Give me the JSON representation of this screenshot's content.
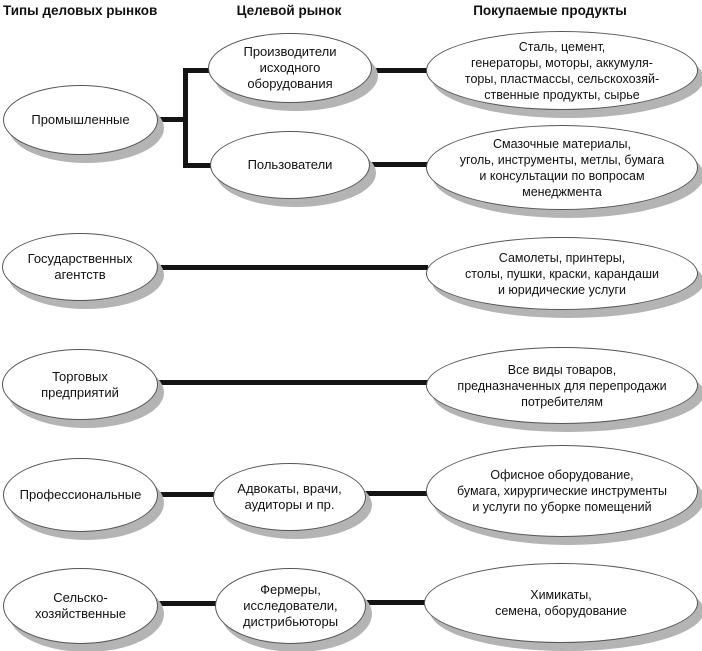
{
  "headers": {
    "market_types": "Типы деловых рынков",
    "target_market": "Целевой рынок",
    "purchased_products": "Покупаемые продукты"
  },
  "market_types": {
    "industrial": "Промышленные",
    "government": "Государственных\nагентств",
    "trade": "Торговых\nпредприятий",
    "professional": "Профессиональные",
    "agricultural": "Сельско-\nхозяйственные"
  },
  "target_markets": {
    "oem": "Производители\nисходного\nоборудования",
    "users": "Пользователи",
    "lawyers_doctors": "Адвокаты, врачи,\nаудиторы и пр.",
    "farmers": "Фермеры,\nисследователи,\nдистрибьюторы"
  },
  "purchased_products": {
    "oem_goods": "Сталь, цемент,\nгенераторы, моторы, аккумуля-\nторы, пластмассы, сельскохозяй-\nственные продукты, сырье",
    "user_goods": "Смазочные материалы,\nуголь, инструменты, метлы, бумага\nи консультации по вопросам\nменеджмента",
    "government_goods": "Самолеты, принтеры,\nстолы, пушки, краски, карандаши\nи юридические услуги",
    "trade_goods": "Все виды товаров,\nпредназначенных для перепродажи\nпотребителям",
    "professional_goods": "Офисное оборудование,\nбумага, хирургические инструменты\nи услуги по уборке помещений",
    "agricultural_goods": "Химикаты,\nсемена, оборудование"
  },
  "colors": {
    "background": "#ffffff",
    "ellipse_fill": "#ffffff",
    "ellipse_outline": "#555555",
    "shadow": "#b4b4b4",
    "connector": "#141414",
    "text": "#111111"
  }
}
